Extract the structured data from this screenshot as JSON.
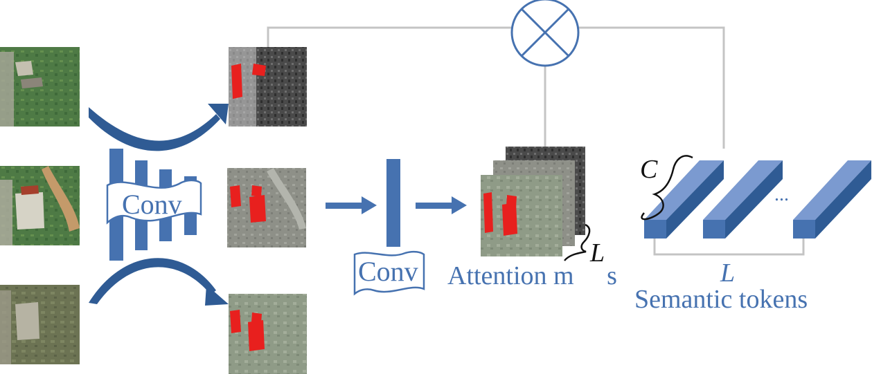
{
  "labels": {
    "conv_main": "Conv",
    "conv_small": "Conv",
    "attention_maps": "Attention m     s",
    "channel_dim": "C",
    "token_count_maps": "L",
    "token_count_tokens": "L",
    "ellipsis": "...",
    "semantic_tokens": "Semantic tokens"
  },
  "icons": {
    "multiply": "circled-times-icon"
  },
  "colors": {
    "diagram_blue": "#4672b0",
    "line_gray": "#c4c4c4",
    "highlight_red": "#e8201e"
  }
}
